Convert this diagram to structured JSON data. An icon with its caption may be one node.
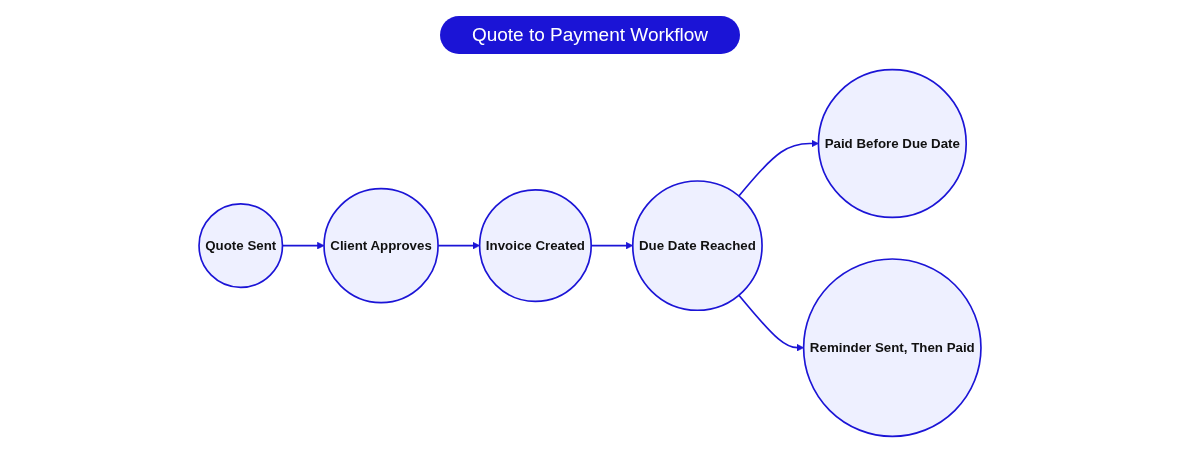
{
  "diagram": {
    "title": "Quote to Payment Workflow",
    "nodes": [
      {
        "text": [
          "Quote Sent"
        ]
      },
      {
        "text": [
          "Client Approves"
        ]
      },
      {
        "text": [
          "Invoice Created"
        ]
      },
      {
        "text": [
          "Due Date Reached"
        ]
      },
      {
        "text": [
          "Paid Before Due Date"
        ]
      },
      {
        "text": [
          "Reminder Sent, Then Paid"
        ]
      }
    ],
    "edges": [
      {
        "from": 0,
        "to": 1,
        "arrow": "to"
      },
      {
        "from": 1,
        "to": 2,
        "arrow": "to"
      },
      {
        "from": 2,
        "to": 3,
        "arrow": "to"
      },
      {
        "from": 3,
        "to": 4,
        "arrow": "to"
      },
      {
        "from": 3,
        "to": 5,
        "arrow": "to"
      }
    ]
  }
}
